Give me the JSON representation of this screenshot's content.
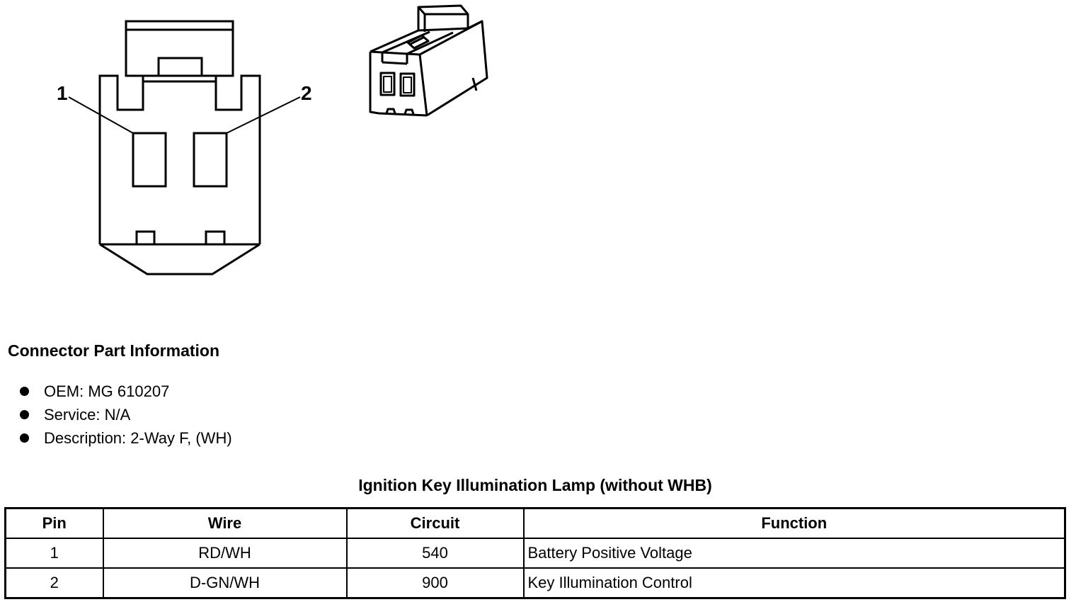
{
  "diagram": {
    "pin_labels": [
      "1",
      "2"
    ]
  },
  "connector_info": {
    "heading": "Connector Part Information",
    "items": [
      "OEM: MG 610207",
      "Service: N/A",
      "Description: 2-Way F, (WH)"
    ]
  },
  "pin_table": {
    "title": "Ignition Key Illumination Lamp (without WHB)",
    "columns": [
      "Pin",
      "Wire",
      "Circuit",
      "Function"
    ],
    "rows": [
      {
        "pin": "1",
        "wire": "RD/WH",
        "circuit": "540",
        "function": "Battery Positive Voltage"
      },
      {
        "pin": "2",
        "wire": "D-GN/WH",
        "circuit": "900",
        "function": "Key Illumination Control"
      }
    ]
  }
}
